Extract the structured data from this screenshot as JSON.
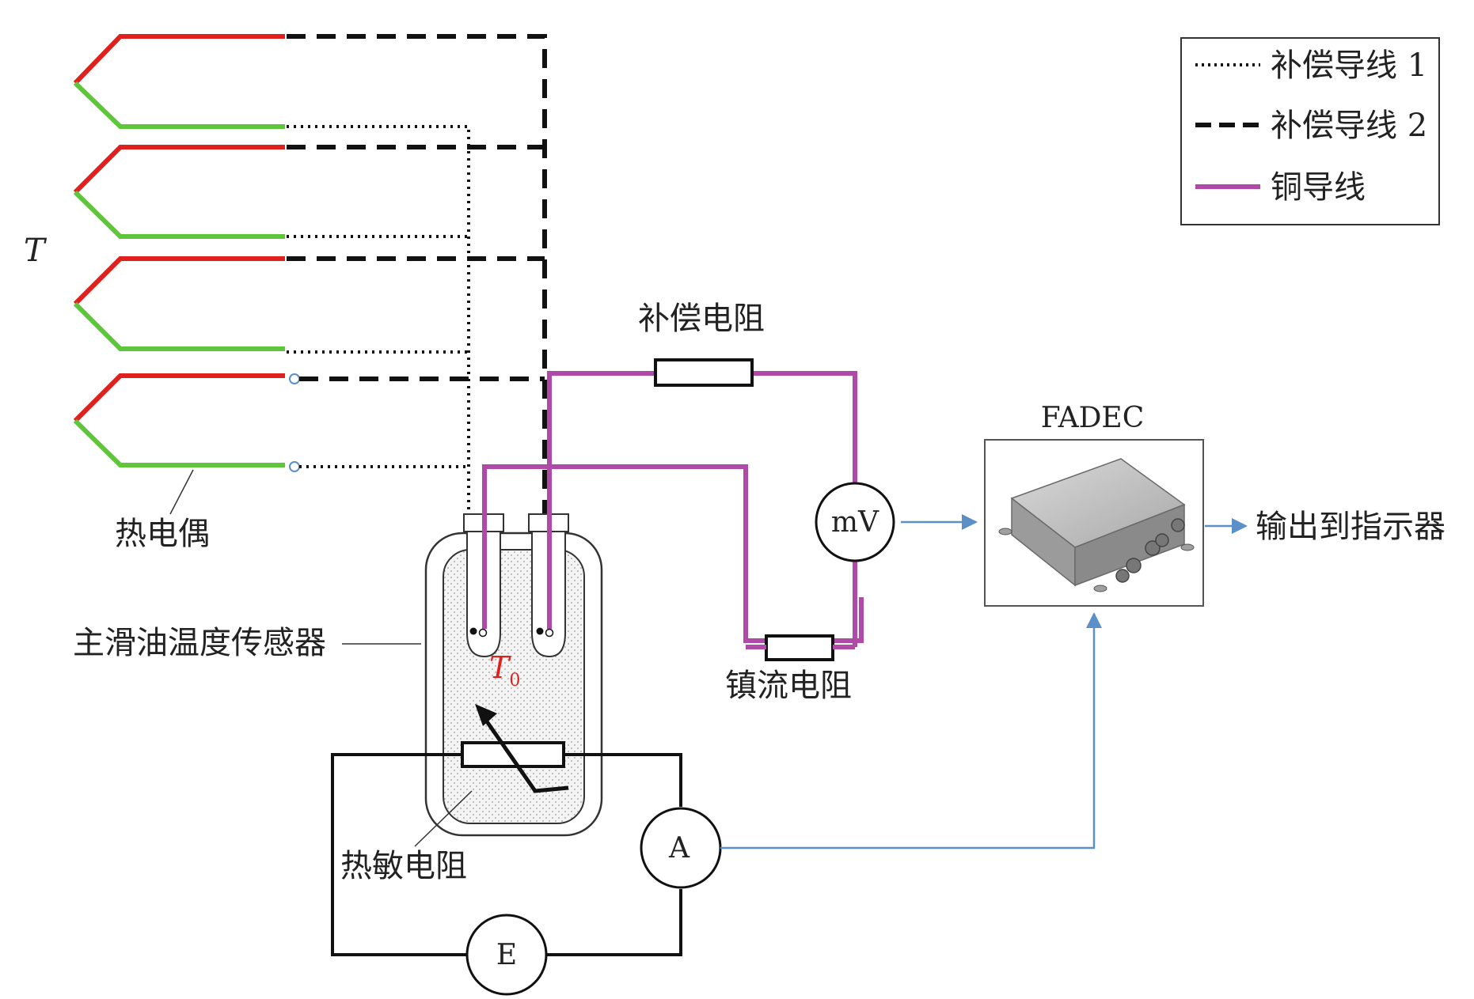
{
  "labels": {
    "T": "T",
    "T0_main": "T",
    "T0_sub": "0",
    "thermocouple": "热电偶",
    "main_oil_sensor": "主滑油温度传感器",
    "thermistor": "热敏电阻",
    "comp_resistor": "补偿电阻",
    "ballast_resistor": "镇流电阻",
    "mV": "mV",
    "A": "A",
    "E": "E",
    "fadec": "FADEC",
    "output": "输出到指示器"
  },
  "legend": {
    "items": [
      {
        "label": "补偿导线 1",
        "style": "dotted"
      },
      {
        "label": "补偿导线 2",
        "style": "dashed"
      },
      {
        "label": "铜导线",
        "style": "solid"
      }
    ]
  },
  "colors": {
    "red_leg": "#e0201c",
    "green_leg": "#5fc53a",
    "copper": "#b04aa8",
    "arrow": "#5b8fc8",
    "wire": "#111111",
    "sensor_fill": "#f1f1f1",
    "t0_label": "#e0201c"
  }
}
